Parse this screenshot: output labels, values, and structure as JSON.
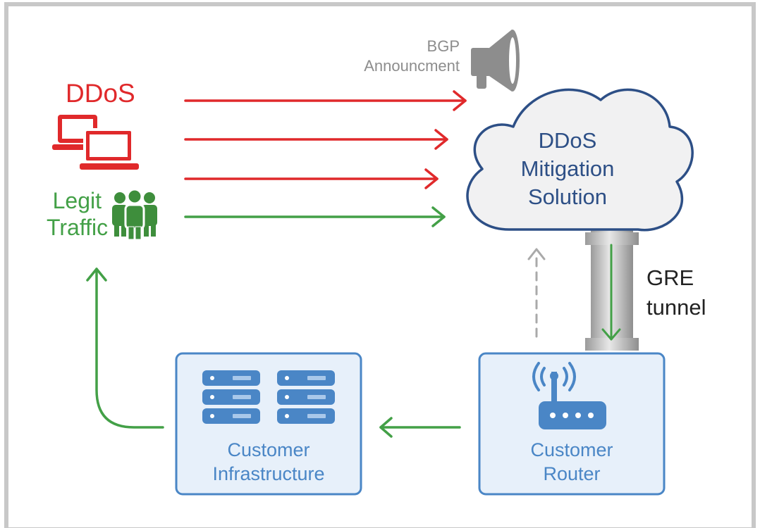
{
  "attacker": {
    "label": "DDoS"
  },
  "legit": {
    "line1": "Legit",
    "line2": "Traffic"
  },
  "bgp": {
    "line1": "BGP",
    "line2": "Announcment"
  },
  "cloud": {
    "line1": "DDoS",
    "line2": "Mitigation",
    "line3": "Solution"
  },
  "tunnel": {
    "line1": "GRE",
    "line2": "tunnel"
  },
  "infrastructure": {
    "line1": "Customer",
    "line2": "Infrastructure"
  },
  "router": {
    "line1": "Customer",
    "line2": "Router"
  },
  "colors": {
    "attack": "#e0292b",
    "legit": "#43a047",
    "blue": "#4a86c6",
    "navy": "#2d4f86",
    "gray": "#8d8d8d"
  }
}
